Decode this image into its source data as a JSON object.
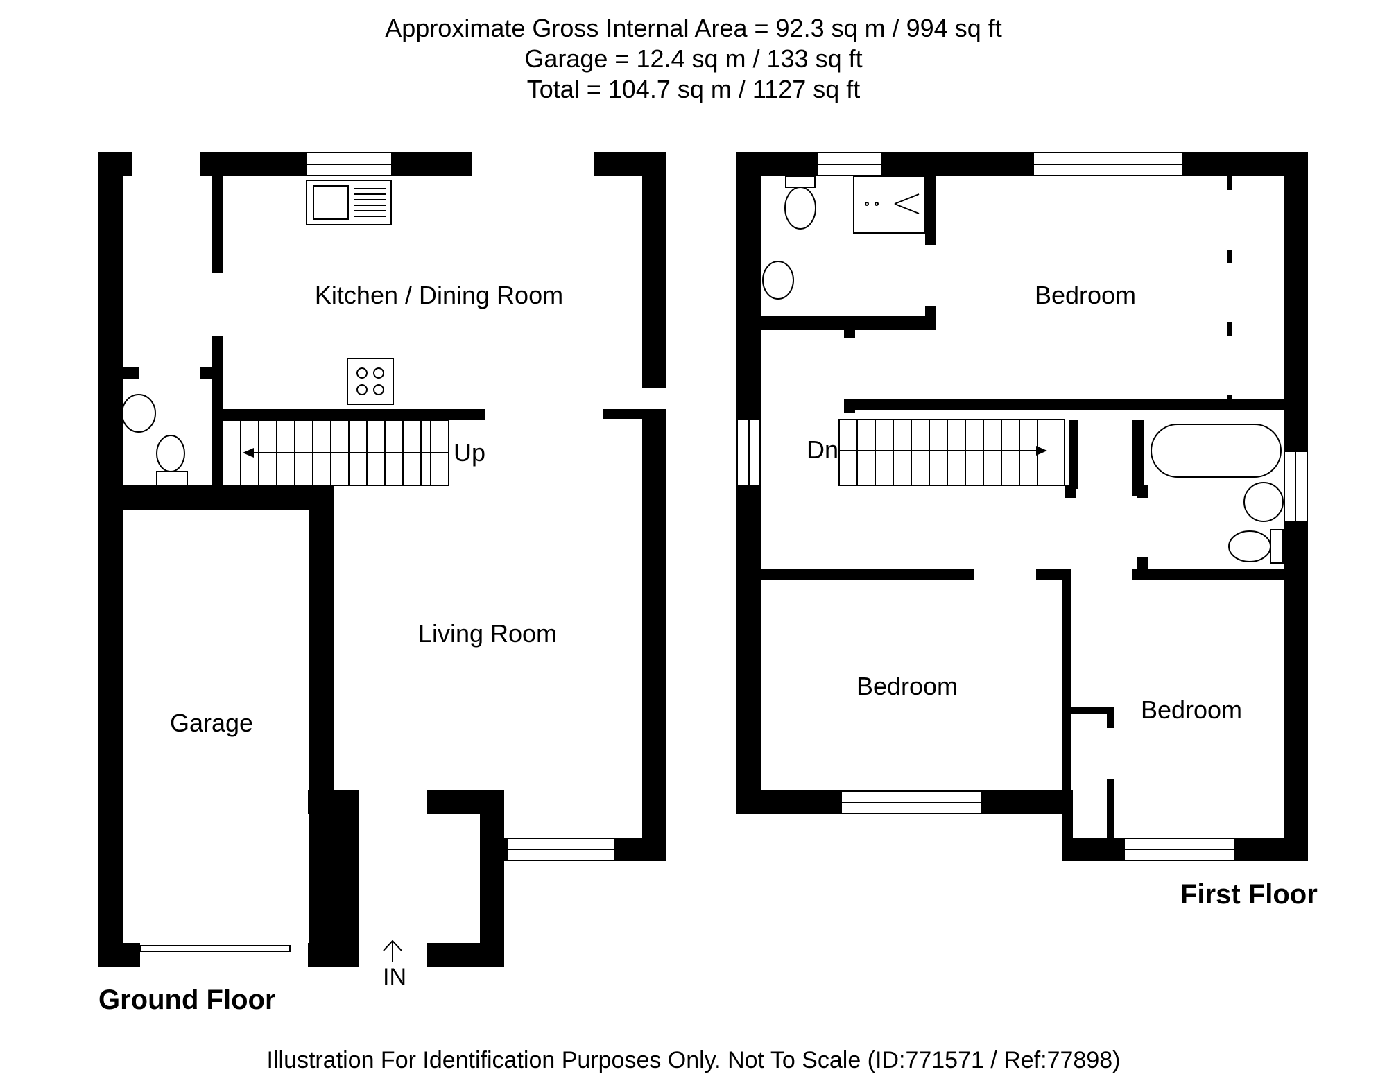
{
  "header": {
    "line1": "Approximate Gross Internal Area = 92.3 sq m / 994 sq ft",
    "line2": "Garage = 12.4 sq m / 133 sq ft",
    "line3": "Total = 104.7 sq m / 1127 sq ft"
  },
  "ground_floor": {
    "label": "Ground Floor",
    "rooms": {
      "kitchen": "Kitchen / Dining Room",
      "living": "Living Room",
      "garage": "Garage"
    },
    "stairs_label": "Up",
    "entrance_label": "IN"
  },
  "first_floor": {
    "label": "First Floor",
    "rooms": {
      "bedroom_top": "Bedroom",
      "bedroom_left": "Bedroom",
      "bedroom_right": "Bedroom"
    },
    "stairs_label": "Dn"
  },
  "footer": {
    "disclaimer": "Illustration For Identification Purposes Only. Not To Scale (ID:771571 / Ref:77898)"
  },
  "colors": {
    "wall": "#000000",
    "background": "#ffffff"
  }
}
